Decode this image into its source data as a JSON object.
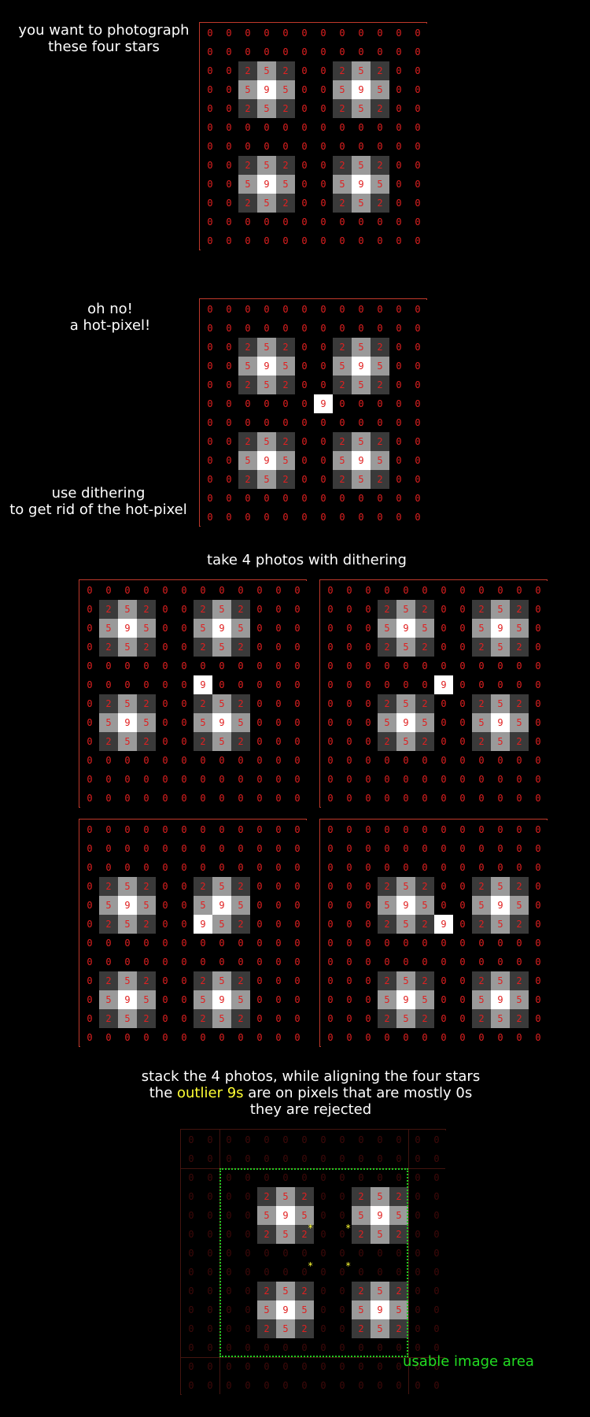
{
  "texts": {
    "intro": [
      "you want to photograph",
      "these four stars"
    ],
    "hotpixel": [
      "oh no!",
      "a hot-pixel!"
    ],
    "dither_hint": [
      "use dithering",
      "to get rid of the hot-pixel"
    ],
    "take4": "take 4 photos with dithering",
    "stack_line1": "stack the 4 photos, while aligning the four stars",
    "stack_line2_pre": "the ",
    "stack_line2_hl": "outlier 9s",
    "stack_line2_post": " are on pixels that are mostly 0s",
    "stack_line3": "they are rejected",
    "usable": "usable image area"
  },
  "colors": {
    "level_0": "#000000",
    "level_2": "#3a3a3a",
    "level_5": "#9a9a9a",
    "level_9": "#ffffff",
    "text_red": "#e02020",
    "outlier": "#ffff33",
    "usable_area": "#22cc22"
  },
  "grids": [
    {
      "id": "original",
      "rows": [
        "000000000000",
        "000000000000",
        "002520025200",
        "005950059500",
        "002520025200",
        "000000000000",
        "000000000000",
        "002520025200",
        "005950059500",
        "002520025200",
        "000000000000",
        "000000000000"
      ]
    },
    {
      "id": "hot-pixel",
      "rows": [
        "000000000000",
        "000000000000",
        "002520025200",
        "005950059500",
        "002520025200",
        "000000900000",
        "000000000000",
        "002520025200",
        "005950059500",
        "002520025200",
        "000000000000",
        "000000000000"
      ]
    },
    {
      "id": "dither-1",
      "rows": [
        "000000000000",
        "025200252000",
        "059500595000",
        "025200252000",
        "000000000000",
        "000000900000",
        "025200252000",
        "059500595000",
        "025200252000",
        "000000000000",
        "000000000000",
        "000000000000"
      ]
    },
    {
      "id": "dither-2",
      "rows": [
        "000000000000",
        "000252002520",
        "000595005950",
        "000252002520",
        "000000000000",
        "000000900000",
        "000252002520",
        "000595005950",
        "000252002520",
        "000000000000",
        "000000000000",
        "000000000000"
      ]
    },
    {
      "id": "dither-3",
      "rows": [
        "000000000000",
        "000000000000",
        "000000000000",
        "025200252000",
        "059500595000",
        "025200952000",
        "000000000000",
        "000000000000",
        "025200252000",
        "059500595000",
        "025200252000",
        "000000000000"
      ]
    },
    {
      "id": "dither-4",
      "rows": [
        "000000000000",
        "000000000000",
        "000000000000",
        "000252002520",
        "000595005950",
        "000252902520",
        "000000000000",
        "000000000000",
        "000252002520",
        "000595005950",
        "000252002520",
        "000000000000"
      ]
    }
  ],
  "stack": {
    "rows": [
      "00000000000000",
      "00000000000000",
      "00000000000000",
      "00002520025200",
      "00005950059500",
      "00002520025200",
      "00000000000000",
      "00000000000000",
      "00002520025200",
      "00005950059500",
      "00002520025200",
      "00000000000000",
      "00000000000000",
      "00000000000000"
    ],
    "outlier_cells": [
      [
        5,
        6
      ],
      [
        5,
        8
      ],
      [
        7,
        6
      ],
      [
        7,
        8
      ]
    ]
  }
}
